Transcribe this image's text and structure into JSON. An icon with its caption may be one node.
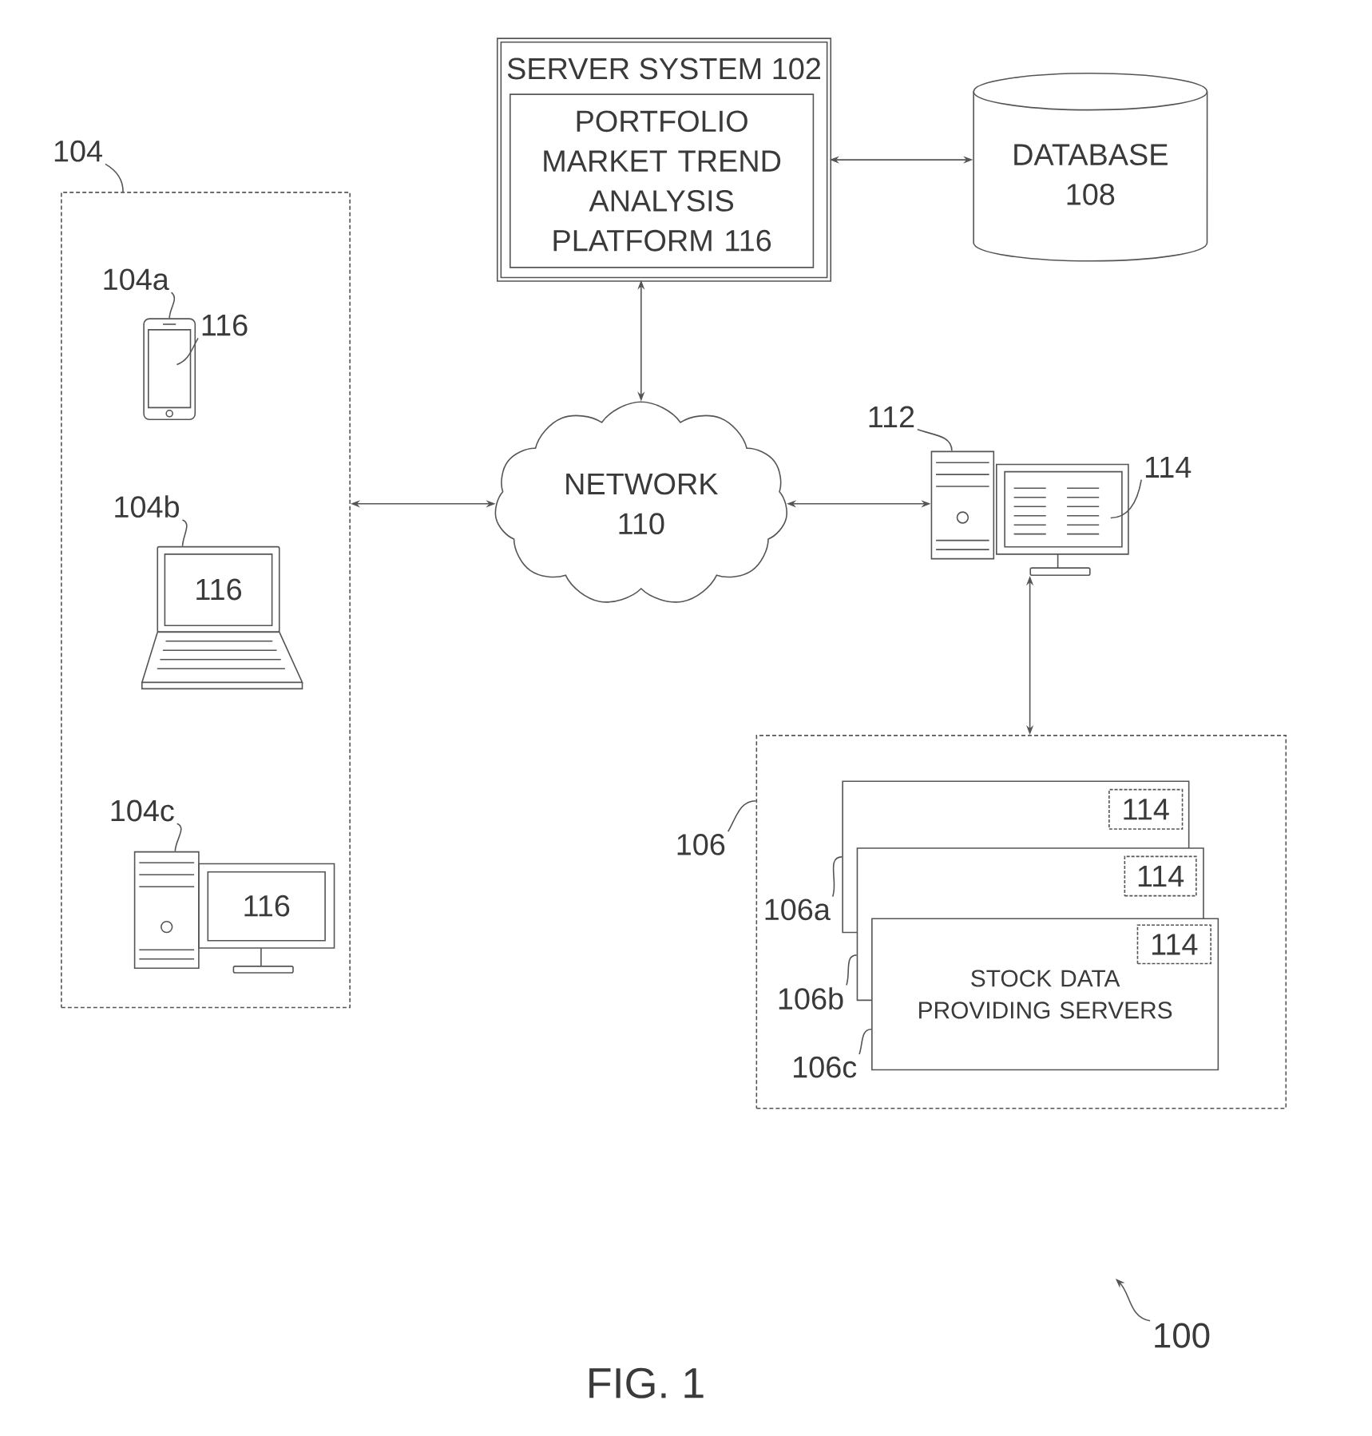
{
  "diagram": {
    "caption": "FIG. 1",
    "nodes": [
      {
        "text": [
          "SERVER SYSTEM 102"
        ]
      },
      {
        "text": [
          "PORTFOLIO MARKET TREND ANALYSIS PLATFORM 116"
        ],
        "in": 0
      },
      {
        "text": [
          "DATABASE 108"
        ]
      },
      {
        "text": [
          "NETWORK 110"
        ]
      },
      {
        "text": [],
        "shape": "box"
      },
      {
        "text": [
          "104"
        ]
      },
      {
        "text": [],
        "shape": "picture",
        "in": 4
      },
      {
        "text": [
          "104a"
        ],
        "in": 4
      },
      {
        "text": [
          "116"
        ],
        "in": 4
      },
      {
        "text": [
          "116"
        ],
        "in": 4
      },
      {
        "text": [
          "104b"
        ],
        "in": 4
      },
      {
        "text": [
          "116"
        ],
        "in": 4
      },
      {
        "text": [
          "104c"
        ],
        "in": 4
      },
      {
        "text": [],
        "shape": "picture"
      },
      {
        "text": [
          "112"
        ]
      },
      {
        "text": [
          "114"
        ]
      },
      {
        "text": [],
        "shape": "box"
      },
      {
        "text": [
          "106"
        ]
      },
      {
        "text": [],
        "shape": "box",
        "in": 16
      },
      {
        "text": [
          "114"
        ],
        "in": 18
      },
      {
        "text": [],
        "shape": "box",
        "in": 16
      },
      {
        "text": [
          "114"
        ],
        "in": 20
      },
      {
        "text": [
          "STOCK DATA PROVIDING SERVERS"
        ],
        "in": 16
      },
      {
        "text": [
          "114"
        ],
        "in": 22
      },
      {
        "text": [
          "106a"
        ],
        "in": 16
      },
      {
        "text": [
          "106b"
        ],
        "in": 16
      },
      {
        "text": [
          "106c"
        ],
        "in": 16
      },
      {
        "text": [
          "100"
        ]
      }
    ],
    "edges": [
      {
        "from": 0,
        "to": 2,
        "arrow": "both"
      },
      {
        "from": 0,
        "to": 3,
        "arrow": "both"
      },
      {
        "from": 4,
        "to": 3,
        "arrow": "both"
      },
      {
        "from": 3,
        "to": 13,
        "arrow": "both"
      },
      {
        "from": 13,
        "to": 16,
        "arrow": "both"
      },
      {
        "from": 5,
        "to": 4,
        "arrow": "none"
      },
      {
        "from": 7,
        "to": 6,
        "arrow": "none"
      },
      {
        "from": 8,
        "to": 6,
        "arrow": "none"
      },
      {
        "from": 10,
        "to": 9,
        "arrow": "none"
      },
      {
        "from": 12,
        "to": 11,
        "arrow": "none"
      },
      {
        "from": 14,
        "to": 13,
        "arrow": "none"
      },
      {
        "from": 15,
        "to": 13,
        "arrow": "none"
      },
      {
        "from": 17,
        "to": 16,
        "arrow": "none"
      },
      {
        "from": 24,
        "to": 18,
        "arrow": "none"
      },
      {
        "from": 25,
        "to": 20,
        "arrow": "none"
      },
      {
        "from": 26,
        "to": 22,
        "arrow": "none"
      },
      {
        "from": 27,
        "to": null,
        "arrow": "to"
      }
    ]
  }
}
